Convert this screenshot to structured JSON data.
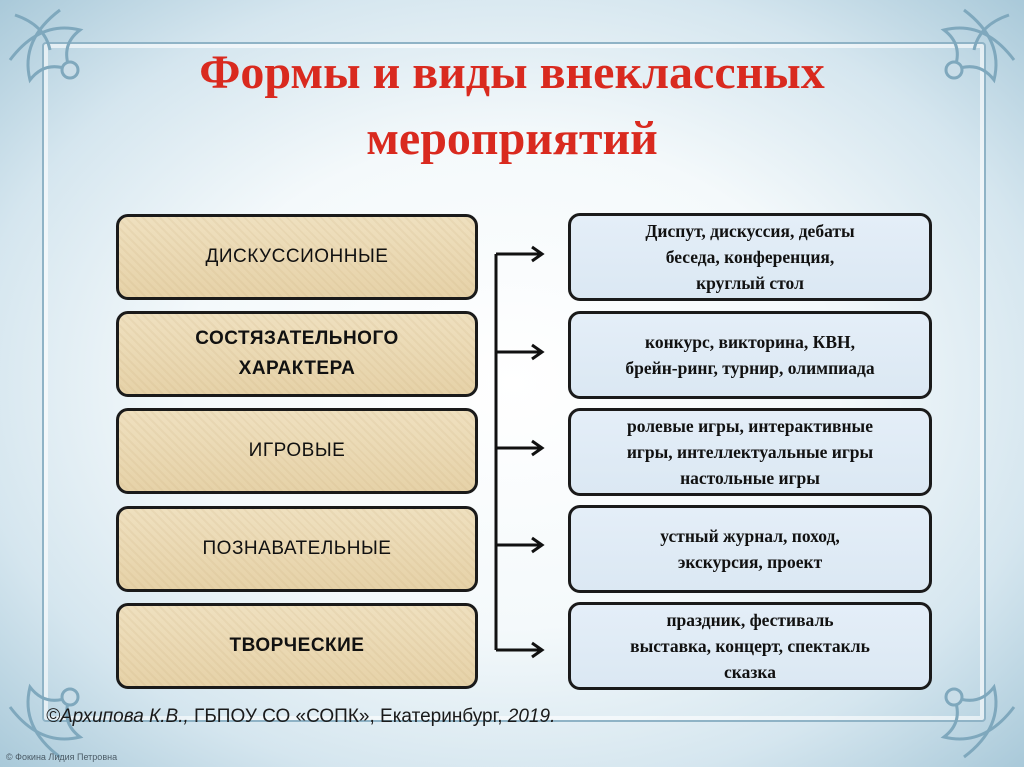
{
  "title_line1": "Формы и виды внеклассных",
  "title_line2": "мероприятий",
  "categories": [
    {
      "label": "ДИСКУССИОННЫЕ"
    },
    {
      "label": "СОСТЯЗАТЕЛЬНОГО\nХАРАКТЕРА"
    },
    {
      "label": "ИГРОВЫЕ"
    },
    {
      "label": "ПОЗНАВАТЕЛЬНЫЕ"
    },
    {
      "label": "ТВОРЧЕСКИЕ"
    }
  ],
  "descriptions": [
    {
      "text": "Диспут, дискуссия, дебаты\nбеседа, конференция,\nкруглый стол"
    },
    {
      "text": "конкурс, викторина, КВН,\nбрейн-ринг, турнир, олимпиада"
    },
    {
      "text": "ролевые игры, интерактивные\nигры, интеллектуальные игры\nнастольные игры"
    },
    {
      "text": "устный журнал, поход,\nэкскурсия, проект"
    },
    {
      "text": "праздник, фестиваль\nвыставка, концерт, спектакль\nсказка"
    }
  ],
  "footer": {
    "author": "©Архипова К.В.,",
    "org": " ГБПОУ СО «СОПК», Екатеринбург, ",
    "year": "2019."
  },
  "watermark": "© Фокина Лидия Петровна",
  "colors": {
    "title": "#d92a1f",
    "category_fill": "#e9d7b0",
    "description_fill": "#dce9f4",
    "frame": "#a9c9d9"
  }
}
